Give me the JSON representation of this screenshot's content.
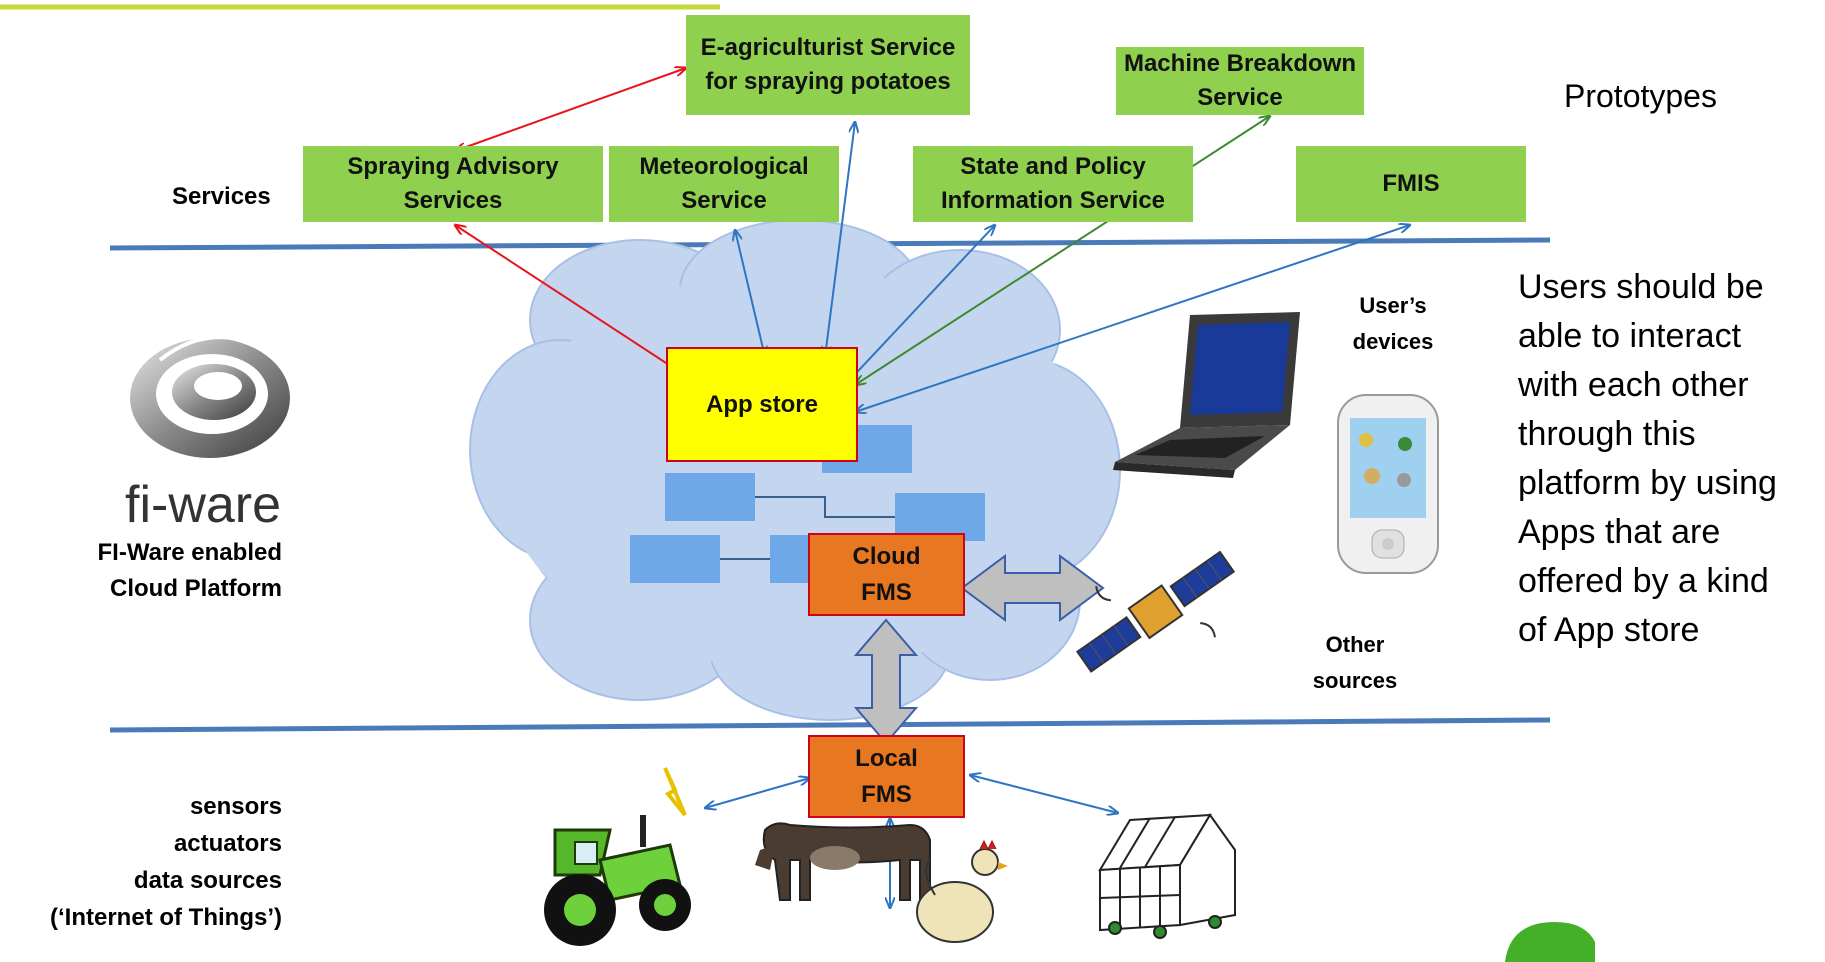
{
  "services_label": "Services",
  "prototypes_label": "Prototypes",
  "services": {
    "e_agriculturist": "E-agriculturist Service for spraying potatoes",
    "machine_breakdown": "Machine Breakdown Service",
    "spraying_advisory": "Spraying Advisory Services",
    "meteorological": "Meteorological Service",
    "state_policy": "State and Policy Information Service",
    "fmis": "FMIS"
  },
  "app_store": "App store",
  "cloud_fms": "Cloud FMS",
  "local_fms": "Local FMS",
  "fiware_logo_text": "fi-ware",
  "fiware_label": "FI-Ware enabled Cloud  Platform",
  "users_devices": "User’s devices",
  "other_sources": "Other sources",
  "bottom_labels": [
    "sensors",
    "actuators",
    "data sources",
    "(‘Internet of Things’)"
  ],
  "side_note": [
    "Users should be",
    "able to interact",
    "with each other",
    "through this",
    "platform by using",
    "Apps that are",
    "offered by a kind",
    "of App store"
  ],
  "colors": {
    "service_green": "#8fd14f",
    "app_store_yellow": "#ffff00",
    "fms_orange": "#e87722",
    "arrow_red": "#e8141b",
    "arrow_blue": "#2f76c2",
    "arrow_green": "#3c8a2e",
    "divider_blue": "#4a7ab8",
    "cloud_blue": "#c4d5ef"
  }
}
